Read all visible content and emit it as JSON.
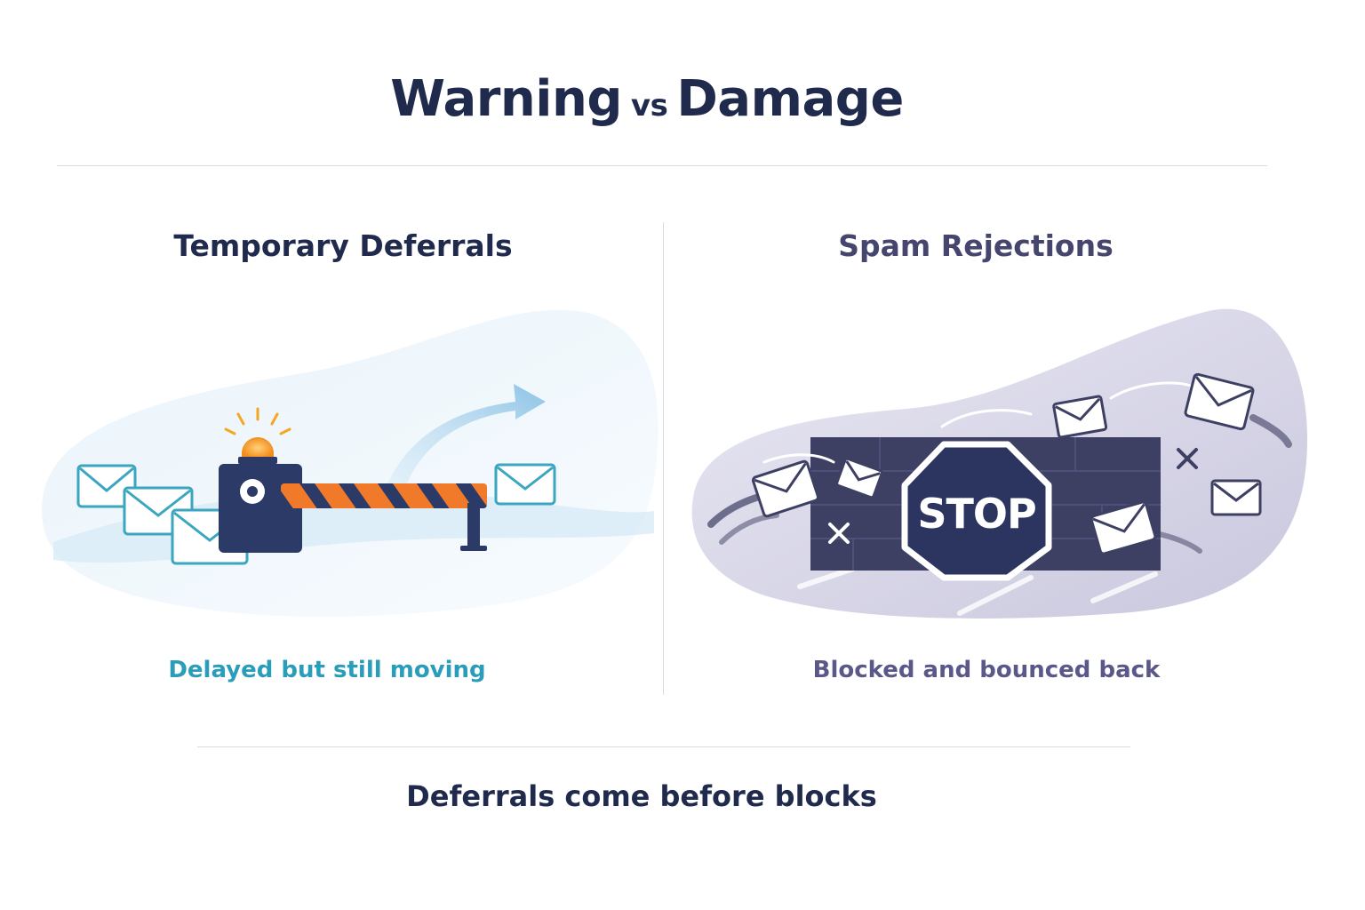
{
  "header": {
    "title_left": "Warning",
    "title_vs": "vs",
    "title_right": "Damage"
  },
  "panels": {
    "left": {
      "title": "Temporary Deferrals",
      "caption": "Delayed but still moving"
    },
    "right": {
      "title": "Spam Rejections",
      "caption": "Blocked and bounced back",
      "sign_text": "STOP"
    }
  },
  "footer": {
    "text": "Deferrals come before blocks"
  },
  "colors": {
    "navy": "#1f2a4d",
    "teal_caption": "#2a9dbb",
    "purple_caption": "#5a5889",
    "barrier_orange": "#f07a2a",
    "beacon_orange": "#f5a623",
    "wall": "#3d3f63"
  },
  "icons": {
    "left_scene": [
      "envelope-icon",
      "beacon-icon",
      "barrier-gate-icon",
      "arrow-right-icon"
    ],
    "right_scene": [
      "stop-sign-icon",
      "brick-wall-icon",
      "envelope-icon",
      "cross-icon"
    ]
  }
}
